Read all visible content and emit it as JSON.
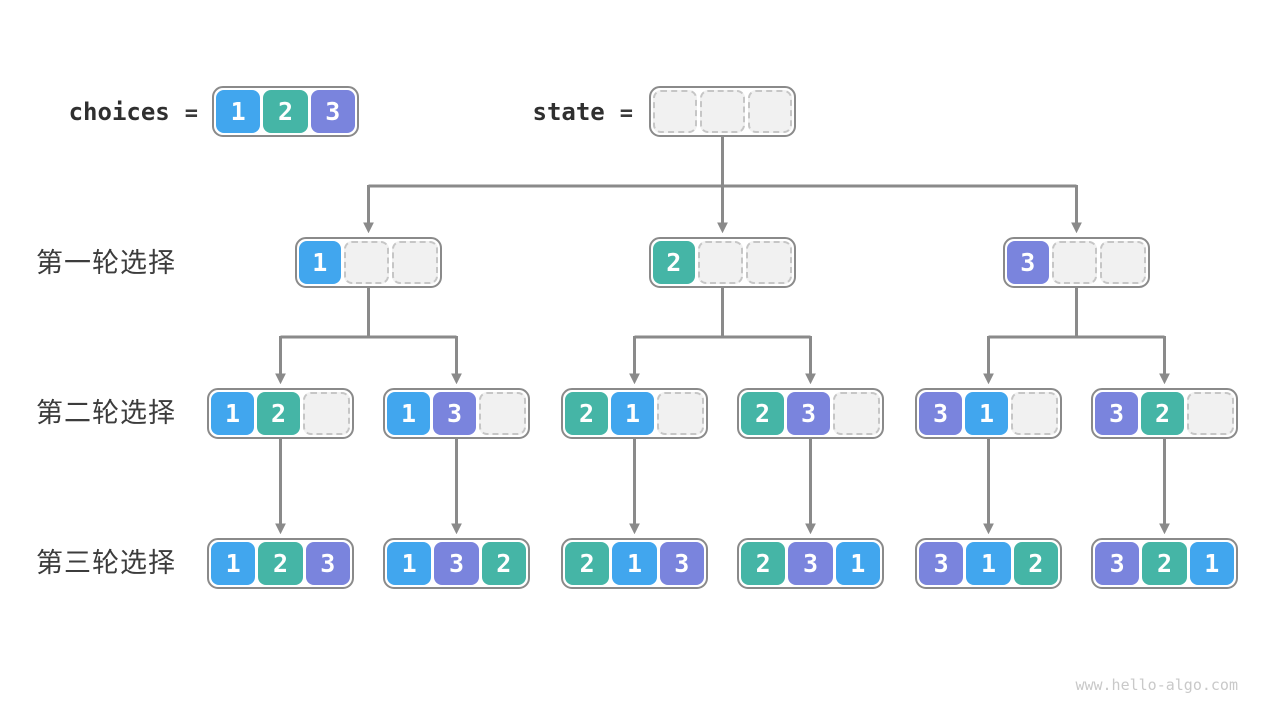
{
  "colors": {
    "blue": "#41a6ee",
    "teal": "#45b5a6",
    "purple": "#7a84dd",
    "arrow": "#8a8a8a",
    "node_border": "#8a8a8a",
    "empty_fill": "#f1f1f1",
    "empty_border": "#c6c6c6",
    "label_text": "#3c3c3c",
    "watermark_text": "#c9c9c9"
  },
  "header": {
    "choices_label": "choices",
    "state_label": "state",
    "equals": "=",
    "choices_cells": [
      {
        "v": "1",
        "c": "blue"
      },
      {
        "v": "2",
        "c": "teal"
      },
      {
        "v": "3",
        "c": "purple"
      }
    ],
    "state_cells": [
      {
        "v": "",
        "c": "empty"
      },
      {
        "v": "",
        "c": "empty"
      },
      {
        "v": "",
        "c": "empty"
      }
    ]
  },
  "rounds": [
    {
      "label": "第一轮选择",
      "nodes": [
        {
          "cells": [
            {
              "v": "1",
              "c": "blue"
            },
            {
              "v": "",
              "c": "empty"
            },
            {
              "v": "",
              "c": "empty"
            }
          ]
        },
        {
          "cells": [
            {
              "v": "2",
              "c": "teal"
            },
            {
              "v": "",
              "c": "empty"
            },
            {
              "v": "",
              "c": "empty"
            }
          ]
        },
        {
          "cells": [
            {
              "v": "3",
              "c": "purple"
            },
            {
              "v": "",
              "c": "empty"
            },
            {
              "v": "",
              "c": "empty"
            }
          ]
        }
      ]
    },
    {
      "label": "第二轮选择",
      "nodes": [
        {
          "cells": [
            {
              "v": "1",
              "c": "blue"
            },
            {
              "v": "2",
              "c": "teal"
            },
            {
              "v": "",
              "c": "empty"
            }
          ]
        },
        {
          "cells": [
            {
              "v": "1",
              "c": "blue"
            },
            {
              "v": "3",
              "c": "purple"
            },
            {
              "v": "",
              "c": "empty"
            }
          ]
        },
        {
          "cells": [
            {
              "v": "2",
              "c": "teal"
            },
            {
              "v": "1",
              "c": "blue"
            },
            {
              "v": "",
              "c": "empty"
            }
          ]
        },
        {
          "cells": [
            {
              "v": "2",
              "c": "teal"
            },
            {
              "v": "3",
              "c": "purple"
            },
            {
              "v": "",
              "c": "empty"
            }
          ]
        },
        {
          "cells": [
            {
              "v": "3",
              "c": "purple"
            },
            {
              "v": "1",
              "c": "blue"
            },
            {
              "v": "",
              "c": "empty"
            }
          ]
        },
        {
          "cells": [
            {
              "v": "3",
              "c": "purple"
            },
            {
              "v": "2",
              "c": "teal"
            },
            {
              "v": "",
              "c": "empty"
            }
          ]
        }
      ]
    },
    {
      "label": "第三轮选择",
      "nodes": [
        {
          "cells": [
            {
              "v": "1",
              "c": "blue"
            },
            {
              "v": "2",
              "c": "teal"
            },
            {
              "v": "3",
              "c": "purple"
            }
          ]
        },
        {
          "cells": [
            {
              "v": "1",
              "c": "blue"
            },
            {
              "v": "3",
              "c": "purple"
            },
            {
              "v": "2",
              "c": "teal"
            }
          ]
        },
        {
          "cells": [
            {
              "v": "2",
              "c": "teal"
            },
            {
              "v": "1",
              "c": "blue"
            },
            {
              "v": "3",
              "c": "purple"
            }
          ]
        },
        {
          "cells": [
            {
              "v": "2",
              "c": "teal"
            },
            {
              "v": "3",
              "c": "purple"
            },
            {
              "v": "1",
              "c": "blue"
            }
          ]
        },
        {
          "cells": [
            {
              "v": "3",
              "c": "purple"
            },
            {
              "v": "1",
              "c": "blue"
            },
            {
              "v": "2",
              "c": "teal"
            }
          ]
        },
        {
          "cells": [
            {
              "v": "3",
              "c": "purple"
            },
            {
              "v": "2",
              "c": "teal"
            },
            {
              "v": "1",
              "c": "blue"
            }
          ]
        }
      ]
    }
  ],
  "watermark": "www.hello-algo.com"
}
